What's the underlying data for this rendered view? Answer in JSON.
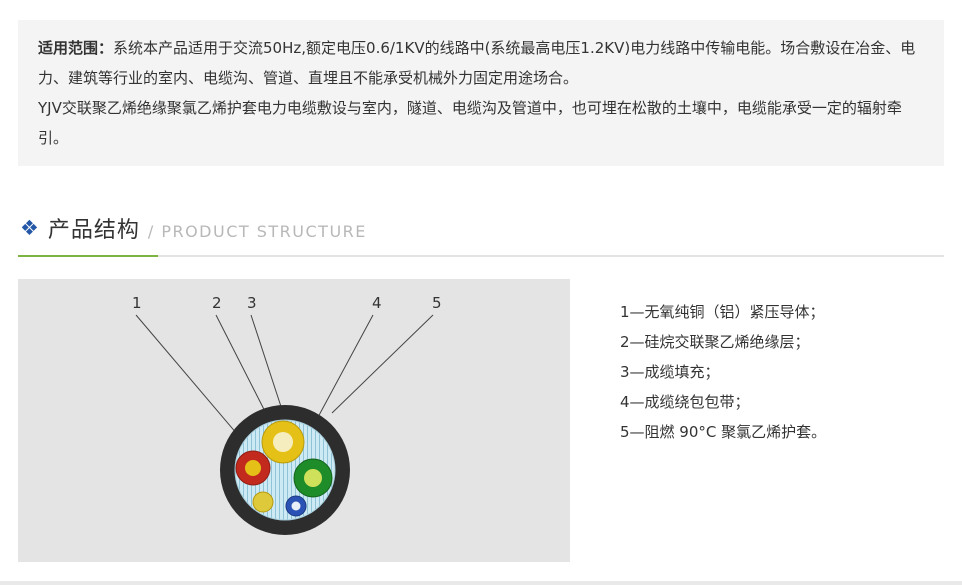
{
  "intro": {
    "label": "适用范围：",
    "line1": "系统本产品适用于交流50Hz,额定电压0.6/1KV的线路中(系统最高电压1.2KV)电力线路中传输电能。场合敷设在冶金、电力、建筑等行业的室内、电缆沟、管道、直埋且不能承受机械外力固定用途场合。",
    "line2": "YJV交联聚乙烯绝缘聚氯乙烯护套电力电缆敷设与室内，隧道、电缆沟及管道中，也可埋在松散的土壤中，电缆能承受一定的辐射牵引。"
  },
  "section": {
    "icon_name": "diamond-icon",
    "icon_glyph": "❖",
    "title_cn": "产品结构",
    "title_en": "/ PRODUCT STRUCTURE"
  },
  "diagram": {
    "labels": [
      "1",
      "2",
      "3",
      "4",
      "5"
    ]
  },
  "legend": {
    "items": [
      "1—无氧纯铜（铝）紧压导体；",
      "2—硅烷交联聚乙烯绝缘层；",
      "3—成缆填充；",
      "4—成缆绕包包带；",
      "5—阻燃 90°C 聚氯乙烯护套。"
    ]
  },
  "colors": {
    "accent_blue": "#2458a6",
    "accent_green": "#7cb342",
    "intro_panel_gray": "#f4f4f4",
    "diagram_panel_gray": "#e4e4e4",
    "sheath_black": "#2d2d2d",
    "filling_blue": "#cde9f3",
    "core_yellow": "#e5c117",
    "core_red": "#c22a1e",
    "core_green": "#1e8c28",
    "core_blue": "#2a52b4"
  }
}
